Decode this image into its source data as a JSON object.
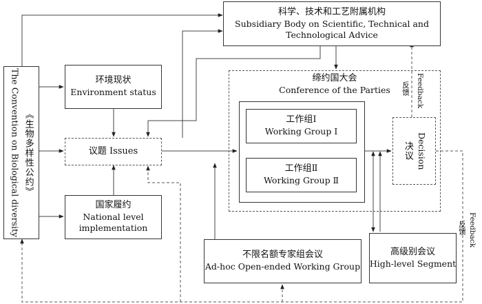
{
  "cbd": {
    "zh": "《生物多样性公约》",
    "en": "The Convention on Biological diversity"
  },
  "environment": {
    "zh": "环境现状",
    "en": "Environment status"
  },
  "issues": {
    "label": "议题 Issues"
  },
  "national": {
    "zh": "国家履约",
    "en_1": "National level",
    "en_2": "implementation"
  },
  "subsidiary": {
    "zh": "科学、技术和工艺附属机构",
    "en_1": "Subsidiary Body on Scientific, Technical and",
    "en_2": "Technological Advice"
  },
  "cop": {
    "zh": "缔约国大会",
    "en": "Conference of the Parties"
  },
  "wg1": {
    "zh": "工作组Ⅰ",
    "en": "Working Group Ⅰ"
  },
  "wg2": {
    "zh": "工作组Ⅱ",
    "en": "Working Group Ⅱ"
  },
  "decision": {
    "zh": "决议",
    "en": "Decision"
  },
  "adhoc": {
    "zh": "不限名额专家组会议",
    "en": "Ad-hoc Open-ended Working Group"
  },
  "highlevel": {
    "zh": "高级别会议",
    "en": "High-level Segment"
  },
  "feedback_top": {
    "zh": "反馈",
    "en": "Feedback"
  },
  "feedback_right": {
    "zh": "反馈",
    "en": "Feedback"
  }
}
